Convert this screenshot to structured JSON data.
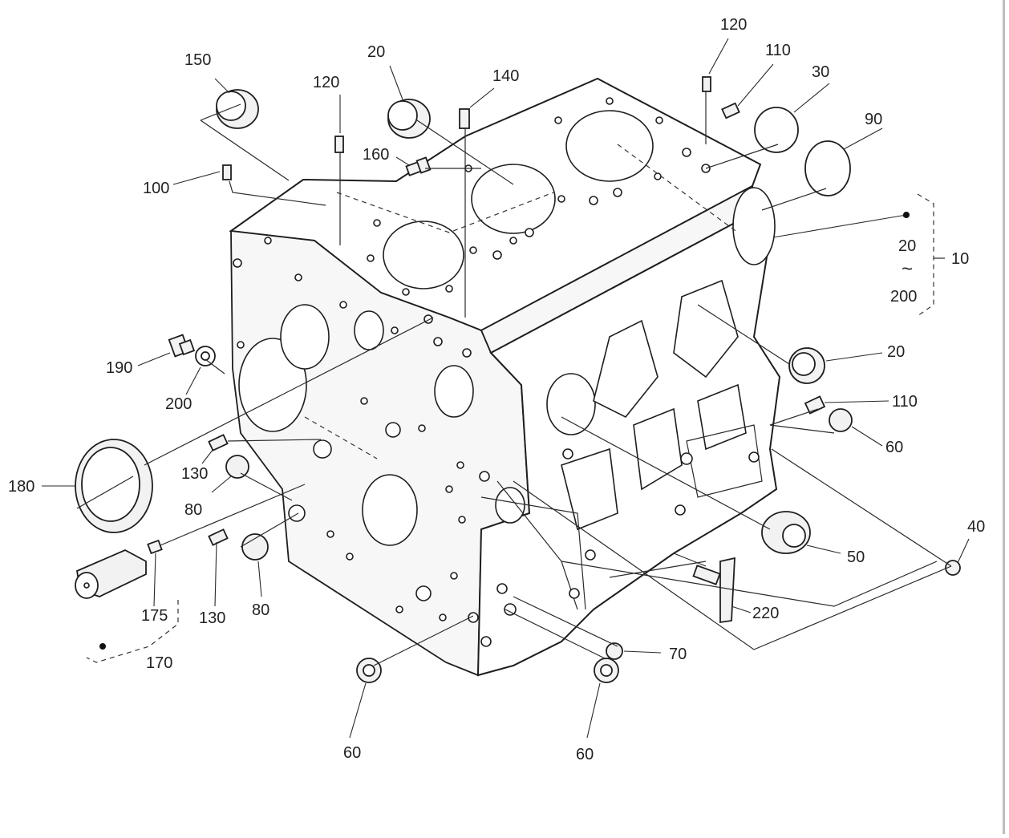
{
  "callouts": [
    {
      "id": "c150",
      "text": "150"
    },
    {
      "id": "c20a",
      "text": "20"
    },
    {
      "id": "c140",
      "text": "140"
    },
    {
      "id": "c120a",
      "text": "120"
    },
    {
      "id": "c120b",
      "text": "120"
    },
    {
      "id": "c110a",
      "text": "110"
    },
    {
      "id": "c30",
      "text": "30"
    },
    {
      "id": "c90",
      "text": "90"
    },
    {
      "id": "c160",
      "text": "160"
    },
    {
      "id": "c100",
      "text": "100"
    },
    {
      "id": "c10",
      "text": "10"
    },
    {
      "id": "c20r",
      "text": "20"
    },
    {
      "id": "c200r",
      "text": "200"
    },
    {
      "id": "c20b",
      "text": "20"
    },
    {
      "id": "c110b",
      "text": "110"
    },
    {
      "id": "c60a",
      "text": "60"
    },
    {
      "id": "c190",
      "text": "190"
    },
    {
      "id": "c200",
      "text": "200"
    },
    {
      "id": "c130a",
      "text": "130"
    },
    {
      "id": "c80a",
      "text": "80"
    },
    {
      "id": "c180",
      "text": "180"
    },
    {
      "id": "c175",
      "text": "175"
    },
    {
      "id": "c130b",
      "text": "130"
    },
    {
      "id": "c80b",
      "text": "80"
    },
    {
      "id": "c170",
      "text": "170"
    },
    {
      "id": "c40",
      "text": "40"
    },
    {
      "id": "c50",
      "text": "50"
    },
    {
      "id": "c220",
      "text": "220"
    },
    {
      "id": "c70",
      "text": "70"
    },
    {
      "id": "c60b",
      "text": "60"
    },
    {
      "id": "c60c",
      "text": "60"
    }
  ],
  "range_tilde": "~"
}
